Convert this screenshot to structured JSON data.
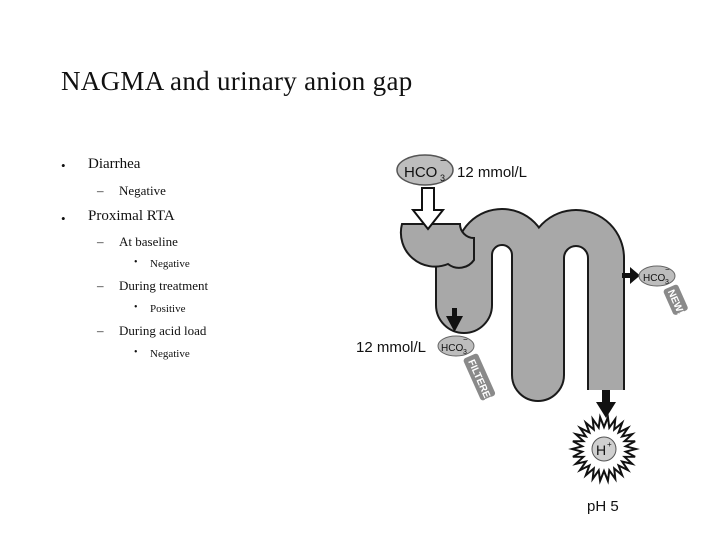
{
  "slide": {
    "title": "NAGMA and urinary anion gap",
    "bullets": [
      {
        "level": 1,
        "text": "Diarrhea"
      },
      {
        "level": 2,
        "text": "Negative"
      },
      {
        "level": 1,
        "text": "Proximal RTA"
      },
      {
        "level": 2,
        "text": "At baseline"
      },
      {
        "level": 3,
        "text": "Negative"
      },
      {
        "level": 2,
        "text": "During treatment"
      },
      {
        "level": 3,
        "text": "Positive"
      },
      {
        "level": 2,
        "text": "During acid load"
      },
      {
        "level": 3,
        "text": "Negative"
      }
    ],
    "markers": {
      "level1": "•",
      "level2": "–",
      "level3": "•"
    }
  },
  "diagram": {
    "hco3_top": {
      "label_main": "HCO",
      "label_sub": "3",
      "label_sup": "−"
    },
    "top_concentration": "12 mmol/L",
    "left_concentration": "12 mmol/L",
    "filtered_badge": {
      "label_main": "HCO",
      "label_sub": "3",
      "label_sup": "−",
      "tag": "FILTERED!"
    },
    "new_badge": {
      "label_main": "HCO",
      "label_sub": "3",
      "label_sup": "−",
      "tag": "NEW!"
    },
    "proton": {
      "label": "H",
      "sup": "+"
    },
    "ph_label": "pH 5",
    "colors": {
      "tubule": "#a8a8a8",
      "tubule_edge": "#1a1a1a",
      "pill": "#bdbdbd",
      "arrow": "#111111"
    }
  }
}
